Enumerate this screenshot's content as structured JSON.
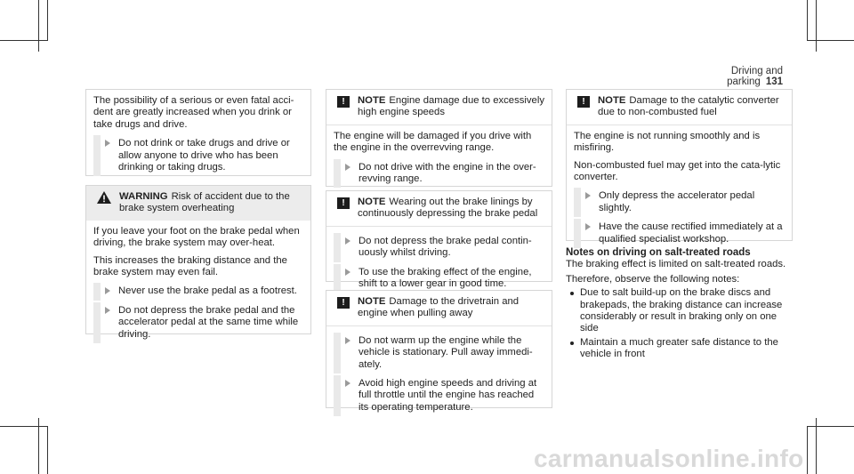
{
  "header": {
    "section": "Driving and parking",
    "page": "131"
  },
  "col1": {
    "intro": "The possibility of a serious or even fatal acci-dent are greatly increased when you drink or take drugs and drive.",
    "intro_steps": [
      "Do not drink or take drugs and drive or allow anyone to drive who has been drinking or taking drugs."
    ],
    "warning": {
      "keyword": "WARNING",
      "title": "Risk of accident due to the brake system overheating",
      "paras": [
        "If you leave your foot on the brake pedal when driving, the brake system may over-heat.",
        "This increases the braking distance and the brake system may even fail."
      ],
      "steps": [
        "Never use the brake pedal as a footrest.",
        "Do not depress the brake pedal and the accelerator pedal at the same time while driving."
      ]
    }
  },
  "col2": {
    "notes": [
      {
        "keyword": "NOTE",
        "title": "Engine damage due to excessively high engine speeds",
        "paras": [
          "The engine will be damaged if you drive with the engine in the overrevving range."
        ],
        "steps": [
          "Do not drive with the engine in the over-revving range."
        ]
      },
      {
        "keyword": "NOTE",
        "title": "Wearing out the brake linings by continuously depressing the brake pedal",
        "paras": [],
        "steps": [
          "Do not depress the brake pedal contin-uously whilst driving.",
          "To use the braking effect of the engine, shift to a lower gear in good time."
        ]
      },
      {
        "keyword": "NOTE",
        "title": "Damage to the drivetrain and engine when pulling away",
        "paras": [],
        "steps": [
          "Do not warm up the engine while the vehicle is stationary. Pull away immedi-ately.",
          "Avoid high engine speeds and driving at full throttle until the engine has reached its operating temperature."
        ]
      }
    ]
  },
  "col3": {
    "note": {
      "keyword": "NOTE",
      "title": "Damage to the catalytic converter due to non-combusted fuel",
      "paras": [
        "The engine is not running smoothly and is misfiring.",
        "Non-combusted fuel may get into the cata-lytic converter."
      ],
      "steps": [
        "Only depress the accelerator pedal slightly.",
        "Have the cause rectified immediately at a qualified specialist workshop."
      ]
    },
    "heading": "Notes on driving on salt-treated roads",
    "para1": "The braking effect is limited on salt-treated roads.",
    "para2": "Therefore, observe the following notes:",
    "bullets": [
      "Due to salt build-up on the brake discs and brakepads, the braking distance can increase considerably or result in braking only on one side",
      "Maintain a much greater safe distance to the vehicle in front"
    ]
  },
  "watermark": "carmanualsonline.info"
}
